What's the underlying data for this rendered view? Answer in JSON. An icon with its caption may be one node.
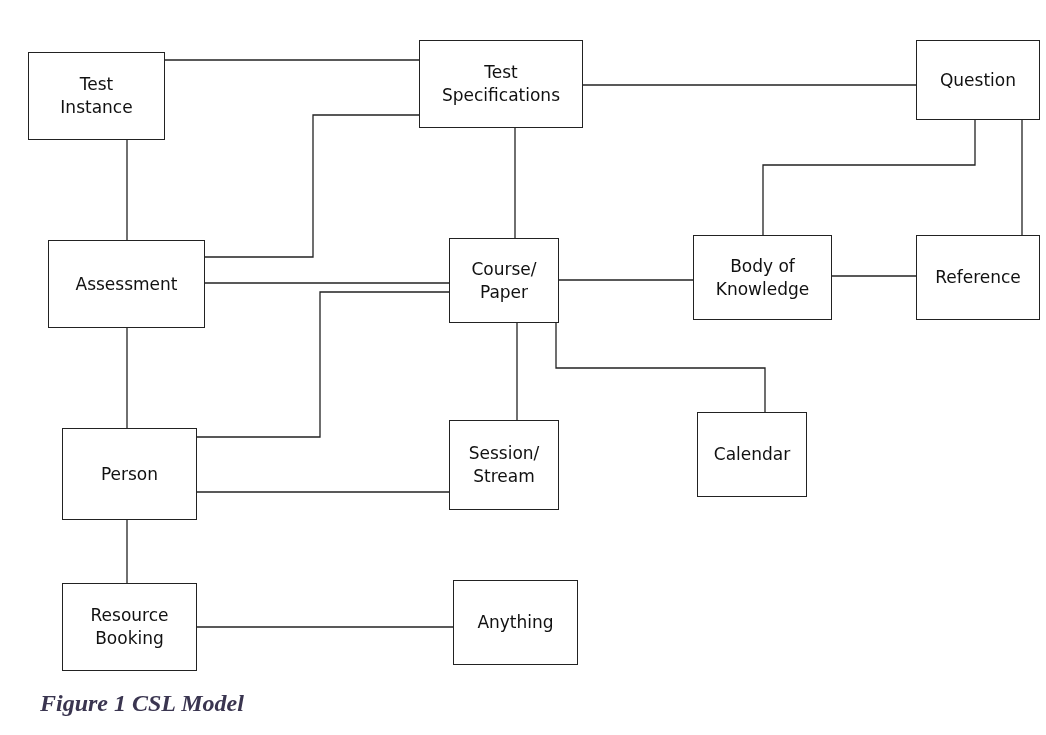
{
  "diagram": {
    "caption": "Figure 1 CSL Model",
    "nodes": [
      {
        "text": [
          "Test Instance"
        ]
      },
      {
        "text": [
          "Test Specifications"
        ]
      },
      {
        "text": [
          "Question"
        ]
      },
      {
        "text": [
          "Assessment"
        ]
      },
      {
        "text": [
          "Course/ Paper"
        ]
      },
      {
        "text": [
          "Body of Knowledge"
        ]
      },
      {
        "text": [
          "Reference"
        ]
      },
      {
        "text": [
          "Person"
        ]
      },
      {
        "text": [
          "Session/ Stream"
        ]
      },
      {
        "text": [
          "Calendar"
        ]
      },
      {
        "text": [
          "Resource Booking"
        ]
      },
      {
        "text": [
          "Anything"
        ]
      }
    ],
    "edges": [
      {
        "from": 0,
        "to": 1,
        "arrow": "none"
      },
      {
        "from": 1,
        "to": 2,
        "arrow": "none"
      },
      {
        "from": 0,
        "to": 3,
        "arrow": "none"
      },
      {
        "from": 3,
        "to": 1,
        "arrow": "none"
      },
      {
        "from": 1,
        "to": 4,
        "arrow": "none"
      },
      {
        "from": 3,
        "to": 4,
        "arrow": "none"
      },
      {
        "from": 4,
        "to": 7,
        "arrow": "none"
      },
      {
        "from": 4,
        "to": 5,
        "arrow": "none"
      },
      {
        "from": 5,
        "to": 6,
        "arrow": "none"
      },
      {
        "from": 2,
        "to": 5,
        "arrow": "none"
      },
      {
        "from": 2,
        "to": 6,
        "arrow": "none"
      },
      {
        "from": 3,
        "to": 7,
        "arrow": "none"
      },
      {
        "from": 4,
        "to": 8,
        "arrow": "none"
      },
      {
        "from": 4,
        "to": 9,
        "arrow": "none"
      },
      {
        "from": 7,
        "to": 8,
        "arrow": "none"
      },
      {
        "from": 7,
        "to": 10,
        "arrow": "none"
      },
      {
        "from": 10,
        "to": 11,
        "arrow": "none"
      }
    ]
  }
}
